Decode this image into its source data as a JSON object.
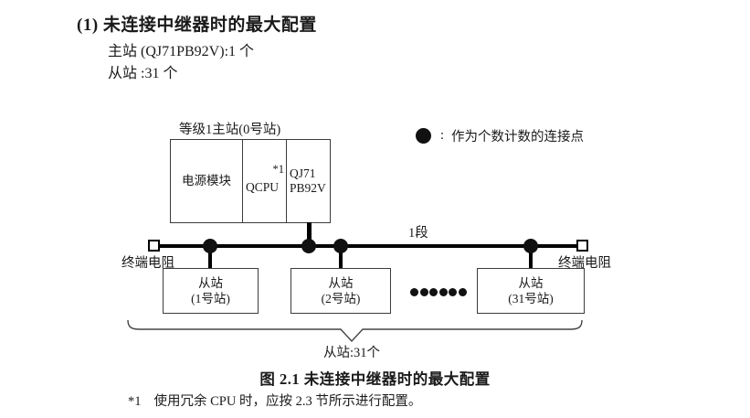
{
  "header": {
    "title": "(1) 未连接中继器时的最大配置",
    "master_line": "主站 (QJ71PB92V):1 个",
    "slave_line": "从站 :31 个"
  },
  "legend": {
    "separator": ":",
    "text": "作为个数计数的连接点"
  },
  "diagram": {
    "master_label": "等级1主站(0号站)",
    "master_cells": {
      "power": "电源模块",
      "qcpu": "QCPU",
      "qcpu_note": "*1",
      "module_line1": "QJ71",
      "module_line2": "PB92V"
    },
    "segment_label": "1段",
    "terminator_left": "终端电阻",
    "terminator_right": "终端电阻",
    "slaves": [
      {
        "line1": "从站",
        "line2": "(1号站)"
      },
      {
        "line1": "从站",
        "line2": "(2号站)"
      },
      {
        "line1": "从站",
        "line2": "(31号站)"
      }
    ],
    "brace_label": "从站:31个"
  },
  "caption": "图 2.1 未连接中继器时的最大配置",
  "footnote": {
    "marker": "*1",
    "text": "使用冗余 CPU 时，应按 2.3 节所示进行配置。"
  },
  "colors": {
    "ink": "#1a1a1a",
    "line": "#000000",
    "box_border": "#3c3c3c"
  }
}
